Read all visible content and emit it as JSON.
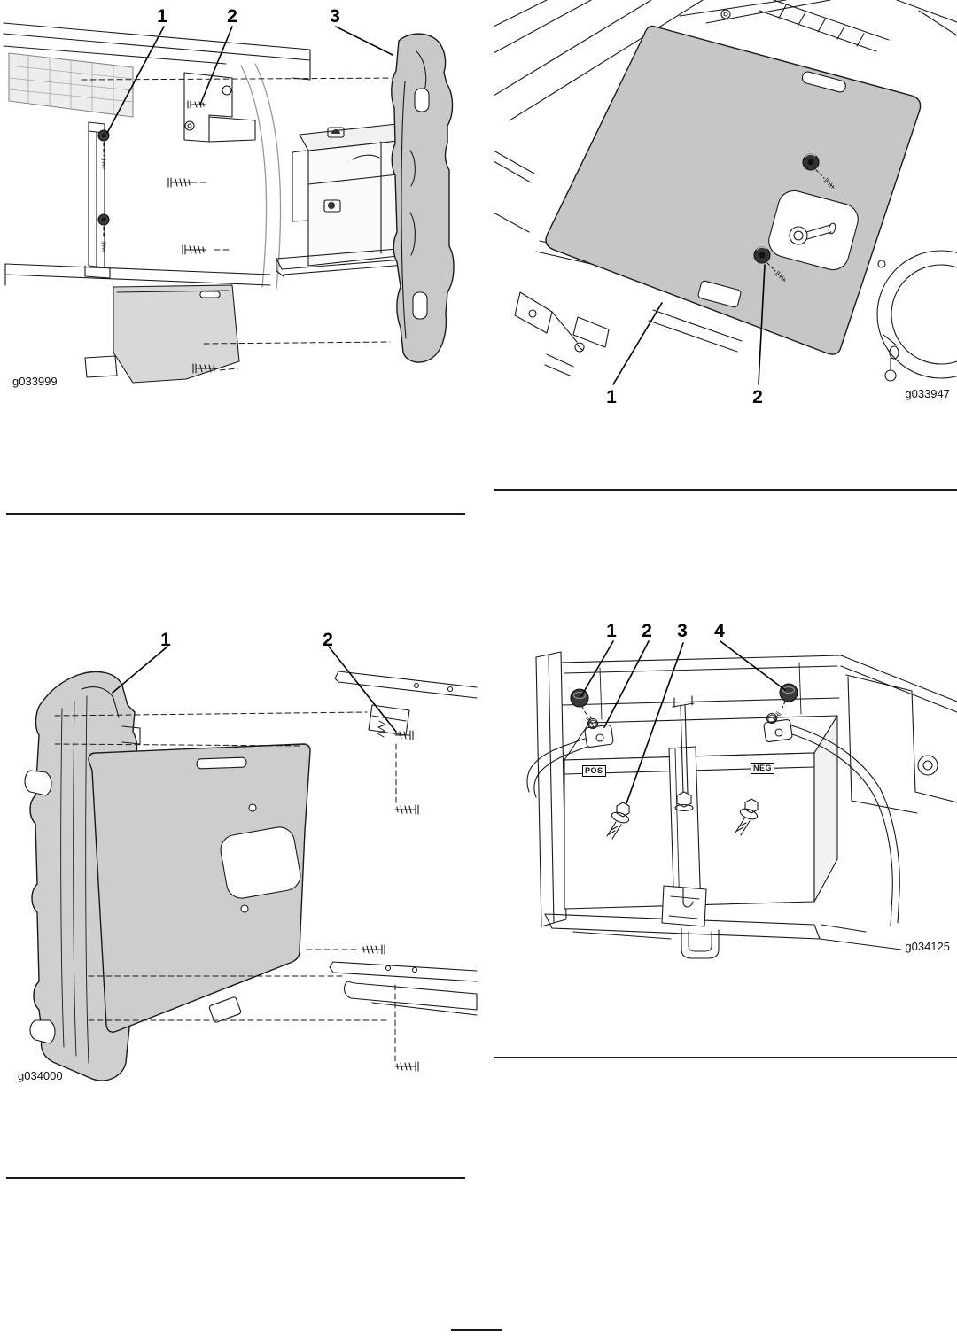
{
  "page": {
    "background": "#ffffff"
  },
  "colors": {
    "part_fill_gray": "#c9c9c9",
    "panel_fill_gray": "#cdcdcd",
    "line_dark": "#1a1a1a",
    "knob_dark": "#3a3a3a"
  },
  "figures": {
    "fig1": {
      "id": "g033999",
      "callouts": {
        "c1": "1",
        "c2": "2",
        "c3": "3"
      }
    },
    "fig2": {
      "id": "g033947",
      "callouts": {
        "c1": "1",
        "c2": "2"
      }
    },
    "fig3": {
      "id": "g034000",
      "callouts": {
        "c1": "1",
        "c2": "2"
      }
    },
    "fig4": {
      "id": "g034125",
      "callouts": {
        "c1": "1",
        "c2": "2",
        "c3": "3",
        "c4": "4"
      },
      "terminal_labels": {
        "pos": "POS",
        "neg": "NEG"
      }
    }
  }
}
